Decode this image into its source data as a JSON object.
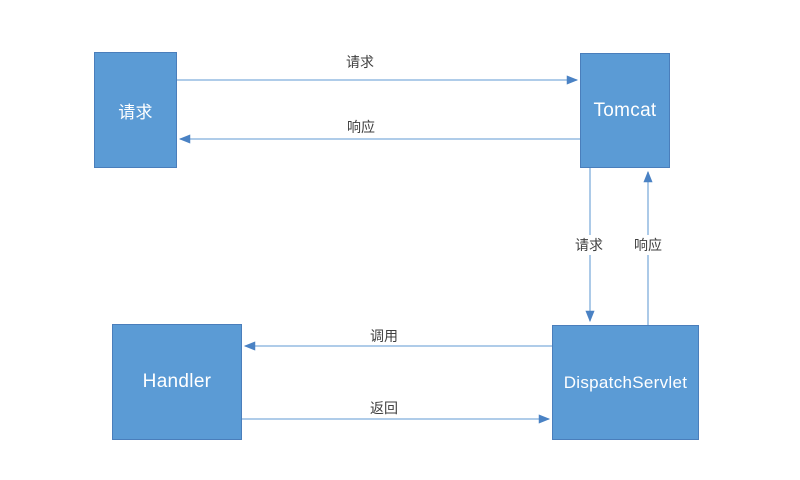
{
  "diagram": {
    "title": "request-dispatch-flow",
    "nodes": {
      "request": {
        "label": "请求"
      },
      "tomcat": {
        "label": "Tomcat"
      },
      "handler": {
        "label": "Handler"
      },
      "dispatchservlet": {
        "label": "DispatchServlet"
      }
    },
    "edges": {
      "request_to_tomcat": {
        "label": "请求",
        "from": "请求",
        "to": "Tomcat",
        "direction": "right"
      },
      "tomcat_to_request": {
        "label": "响应",
        "from": "Tomcat",
        "to": "请求",
        "direction": "left"
      },
      "tomcat_to_dispatch": {
        "label": "请求",
        "from": "Tomcat",
        "to": "DispatchServlet",
        "direction": "down"
      },
      "dispatch_to_tomcat": {
        "label": "响应",
        "from": "DispatchServlet",
        "to": "Tomcat",
        "direction": "up"
      },
      "dispatch_to_handler": {
        "label": "调用",
        "from": "DispatchServlet",
        "to": "Handler",
        "direction": "left"
      },
      "handler_to_dispatch": {
        "label": "返回",
        "from": "Handler",
        "to": "DispatchServlet",
        "direction": "right"
      }
    },
    "colors": {
      "node_fill": "#5B9BD5",
      "node_border": "#4A7EBB",
      "node_text": "#FFFFFF",
      "arrow_line": "#7FADDC",
      "arrow_head": "#4A82C4",
      "label_text": "#3F3F3F",
      "canvas_bg": "#FFFFFF"
    }
  }
}
